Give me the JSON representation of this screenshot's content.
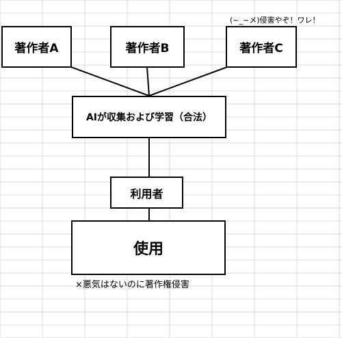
{
  "diagram": {
    "authors": [
      {
        "label": "著作者A"
      },
      {
        "label": "著作者B"
      },
      {
        "label": "著作者C"
      }
    ],
    "collection": {
      "label": "AIが収集および学習（合法）"
    },
    "user": {
      "label": "利用者"
    },
    "use": {
      "label": "使用"
    },
    "notes": {
      "author_c": "(~_~メ)侵害やぞ！ワレ！",
      "use": "×悪気はないのに著作権侵害"
    }
  },
  "colors": {
    "grid": "#d9d9d9",
    "line": "#000000",
    "box_fill": "#ffffff"
  }
}
